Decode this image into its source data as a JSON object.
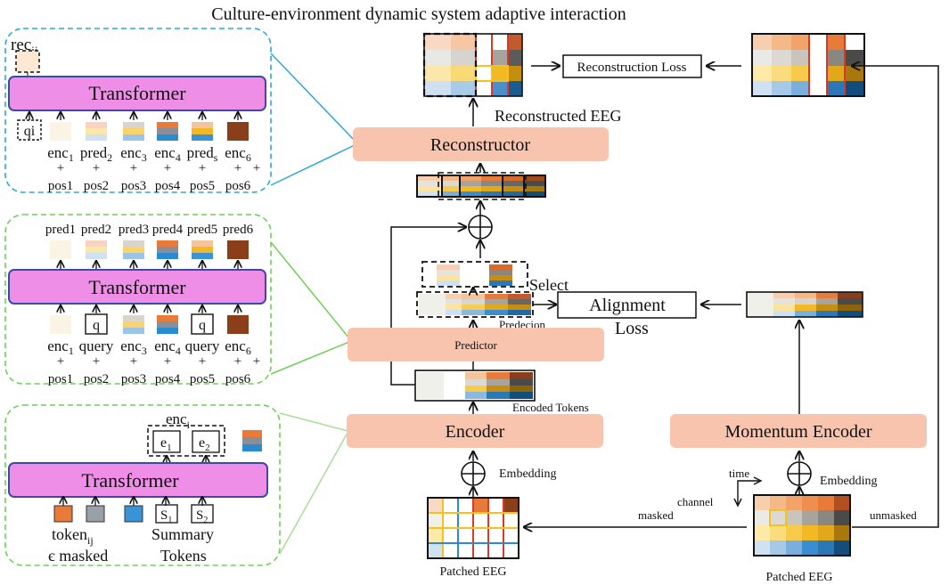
{
  "title": "Culture-environment dynamic system adaptive interaction",
  "colors": {
    "transformer_fill": "#ee8ee6",
    "transformer_stroke": "#3a4aa6",
    "module_fill": "#f8c4ad",
    "blue_dash": "#2ea7d8",
    "green_dash": "#6fcf57",
    "light_green_line": "#a9dc96",
    "grid_red": "#d83a2a",
    "grid_yellow": "#f4c21a",
    "grid_blue": "#2a8bd0"
  },
  "panel_top": {
    "output_label": "rec",
    "output_sub": "ij",
    "transformer": "Transformer",
    "query_label": "qi",
    "tokens": [
      {
        "name": "enc",
        "sub": "1",
        "pos": "pos1"
      },
      {
        "name": "pred",
        "sub": "2",
        "pos": "pos2"
      },
      {
        "name": "enc",
        "sub": "3",
        "pos": "pos3"
      },
      {
        "name": "enc",
        "sub": "4",
        "pos": "pos4"
      },
      {
        "name": "pred",
        "sub": "s",
        "pos": "pos5"
      },
      {
        "name": "enc",
        "sub": "6",
        "pos": "pos6"
      }
    ]
  },
  "panel_mid": {
    "outputs": [
      "pred1",
      "pred2",
      "pred3",
      "pred4",
      "pred5",
      "pred6"
    ],
    "transformer": "Transformer",
    "query_symbol": "q",
    "tokens": [
      {
        "name": "enc",
        "sub": "1",
        "pos": "pos1"
      },
      {
        "name": "query",
        "sub": "",
        "pos": "pos2"
      },
      {
        "name": "enc",
        "sub": "3",
        "pos": "pos3"
      },
      {
        "name": "enc",
        "sub": "4",
        "pos": "pos4"
      },
      {
        "name": "query",
        "sub": "",
        "pos": "pos5"
      },
      {
        "name": "enc",
        "sub": "6",
        "pos": "pos6"
      }
    ]
  },
  "panel_bot": {
    "enc_label": "enc",
    "enc_sub": "i",
    "e1": "e",
    "e1_sub": "1",
    "e2": "e",
    "e2_sub": "2",
    "transformer": "Transformer",
    "s1": "S",
    "s1_sub": "1",
    "s2": "S",
    "s2_sub": "2",
    "token_label": "token",
    "token_sub": "ij",
    "masked_label": "є masked",
    "summary_label_1": "Summary",
    "summary_label_2": "Tokens"
  },
  "flow": {
    "reconstructor": "Reconstructor",
    "predictor": "Predictor",
    "encoder": "Encoder",
    "momentum_encoder": "Momentum Encoder",
    "reconstruction_loss": "Reconstruction Loss",
    "reconstructed_eeg": "Reconstructed EEG",
    "select": "Select",
    "alignment": "Alignment",
    "loss": "Loss",
    "predecion": "Predecion",
    "encoded_tokens": "Encoded Tokens",
    "embedding_left": "Embedding",
    "embedding_right": "Embedding",
    "time": "time",
    "channel": "channel",
    "masked": "masked",
    "unmasked": "unmasked",
    "patched_eeg_left": "Patched EEG",
    "patched_eeg_right": "Patched EEG"
  }
}
